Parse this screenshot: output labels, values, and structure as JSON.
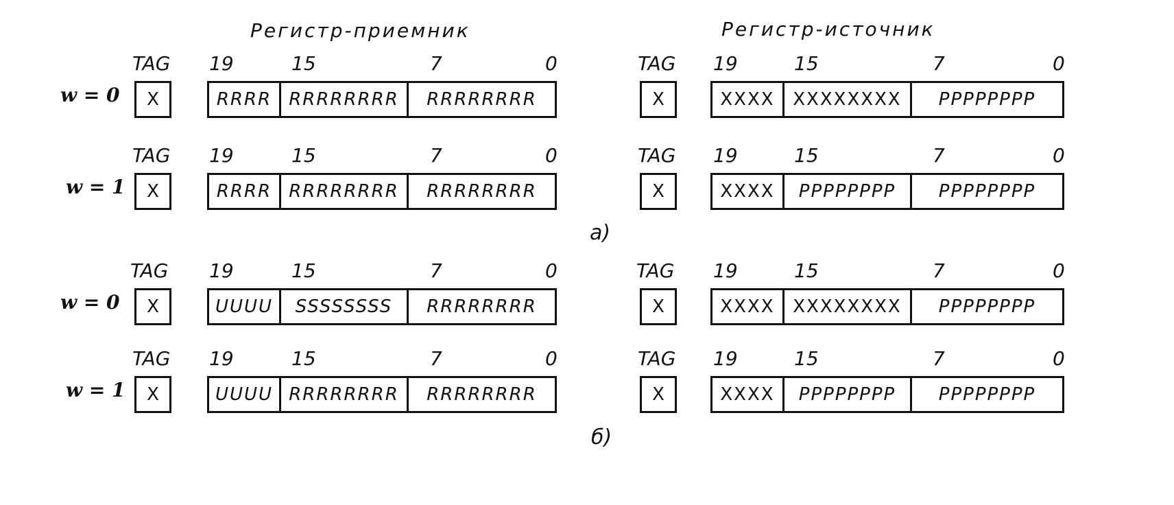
{
  "headers": {
    "dest": "Регистр-приемник",
    "src": "Регистр-источник"
  },
  "tag_label": "TAG",
  "bit_labels": [
    "19",
    "15",
    "7",
    "0"
  ],
  "sublabels": {
    "a": "a)",
    "b": "б)"
  },
  "w_labels": {
    "w0": "w = 0",
    "w1": "w = 1"
  },
  "tag_value": "X",
  "section_a": {
    "w0": {
      "dest": [
        "RRRR",
        "RRRRRRRR",
        "RRRRRRRR"
      ],
      "src": [
        "XXXX",
        "XXXXXXXX",
        "PPPPPPPP"
      ]
    },
    "w1": {
      "dest": [
        "RRRR",
        "RRRRRRRR",
        "RRRRRRRR"
      ],
      "src": [
        "XXXX",
        "PPPPPPPP",
        "PPPPPPPP"
      ]
    }
  },
  "section_b": {
    "w0": {
      "dest": [
        "UUUU",
        "SSSSSSSS",
        "RRRRRRRR"
      ],
      "src": [
        "XXXX",
        "XXXXXXXX",
        "PPPPPPPP"
      ]
    },
    "w1": {
      "dest": [
        "UUUU",
        "RRRRRRRR",
        "RRRRRRRR"
      ],
      "src": [
        "XXXX",
        "PPPPPPPP",
        "PPPPPPPP"
      ]
    }
  }
}
